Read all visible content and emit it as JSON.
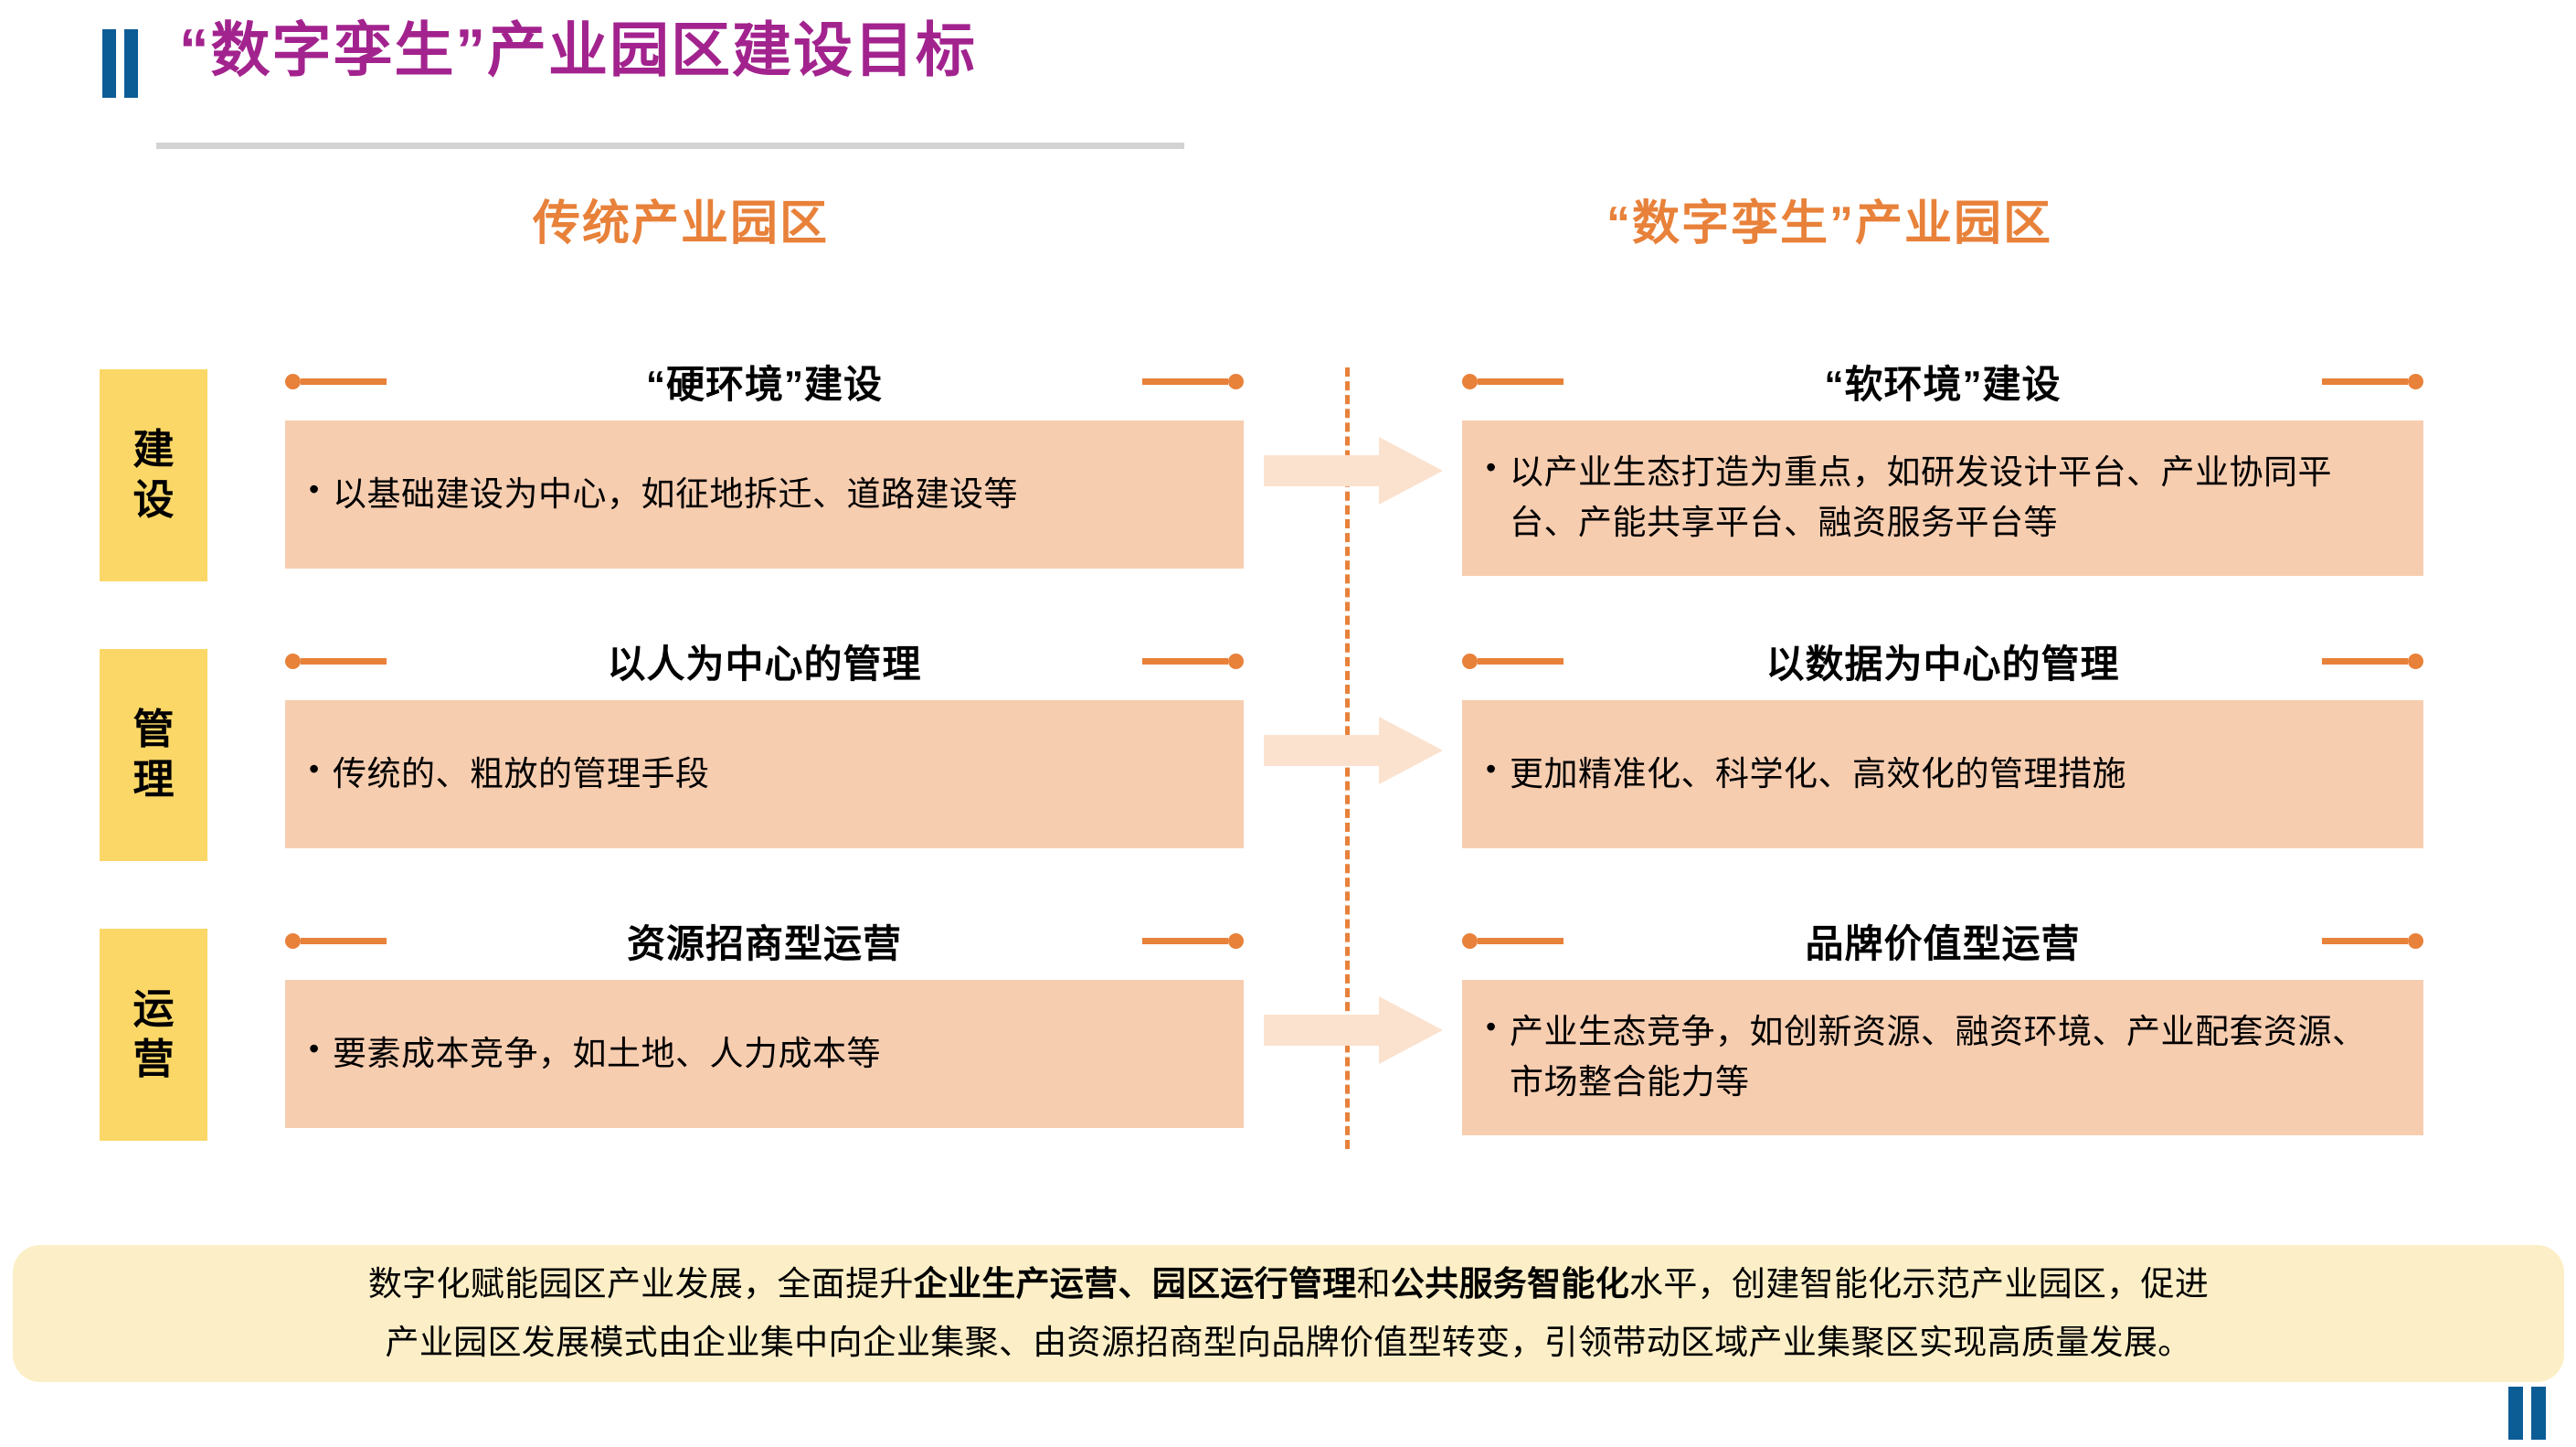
{
  "title": {
    "text": "“数字孪生”产业园区建设目标",
    "color": "#A2238E",
    "accent_bar_color": "#0C5C96"
  },
  "columns": {
    "left_header": "传统产业园区",
    "right_header": "“数字孪生”产业园区",
    "header_color": "#E8813A"
  },
  "theme": {
    "tab_color": "#FBD767",
    "panel_color": "#F7CDB0",
    "accent_orange": "#E8813A",
    "arrow_color": "#FBE2CF",
    "summary_color": "#FCEFC7"
  },
  "rows": [
    {
      "category": "建设",
      "category_chars": [
        "建",
        "设"
      ],
      "left": {
        "heading": "“硬环境”建设",
        "bullets": [
          "以基础建设为中心，如征地拆迁、道路建设等"
        ]
      },
      "right": {
        "heading": "“软环境”建设",
        "bullets": [
          "以产业生态打造为重点，如研发设计平台、产业协同平台、产能共享平台、融资服务平台等"
        ]
      },
      "arrow": "right-arrow-icon"
    },
    {
      "category": "管理",
      "category_chars": [
        "管",
        "理"
      ],
      "left": {
        "heading": "以人为中心的管理",
        "bullets": [
          "传统的、粗放的管理手段"
        ]
      },
      "right": {
        "heading": "以数据为中心的管理",
        "bullets": [
          "更加精准化、科学化、高效化的管理措施"
        ]
      },
      "arrow": "right-arrow-icon"
    },
    {
      "category": "运营",
      "category_chars": [
        "运",
        "营"
      ],
      "left": {
        "heading": "资源招商型运营",
        "bullets": [
          "要素成本竞争，如土地、人力成本等"
        ]
      },
      "right": {
        "heading": "品牌价值型运营",
        "bullets": [
          "产业生态竞争，如创新资源、融资环境、产业配套资源、市场整合能力等"
        ]
      },
      "arrow": "right-arrow-icon"
    }
  ],
  "summary": {
    "line1_part1": "数字化赋能园区产业发展，全面提升",
    "line1_bold1": "企业生产运营、园区运行管理",
    "line1_part2": "和",
    "line1_bold2": "公共服务智能化",
    "line1_part3": "水平，创建智能化示范产业园区，促进",
    "line2": "产业园区发展模式由企业集中向企业集聚、由资源招商型向品牌价值型转变，引领带动区域产业集聚区实现高质量发展。"
  }
}
